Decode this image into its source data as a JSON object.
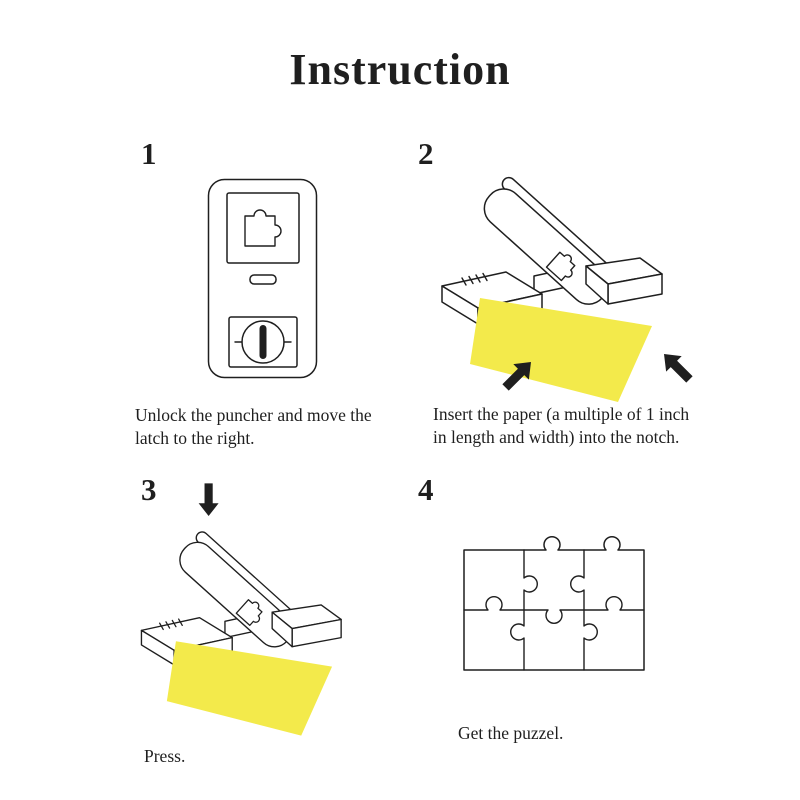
{
  "title": "Instruction",
  "colors": {
    "ink": "#1f1f1f",
    "paper_yellow": "#f3ea4b",
    "background": "#ffffff"
  },
  "steps": [
    {
      "number": "1",
      "caption": "Unlock the puncher and move the latch to the right.",
      "figure": "puncher-front-view"
    },
    {
      "number": "2",
      "caption": "Insert the paper (a multiple of 1 inch in length and width) into the notch.",
      "figure": "puncher-open-with-paper"
    },
    {
      "number": "3",
      "caption": "Press.",
      "figure": "puncher-press-with-paper"
    },
    {
      "number": "4",
      "caption": "Get the puzzel.",
      "figure": "puzzle-pieces-grid"
    }
  ]
}
